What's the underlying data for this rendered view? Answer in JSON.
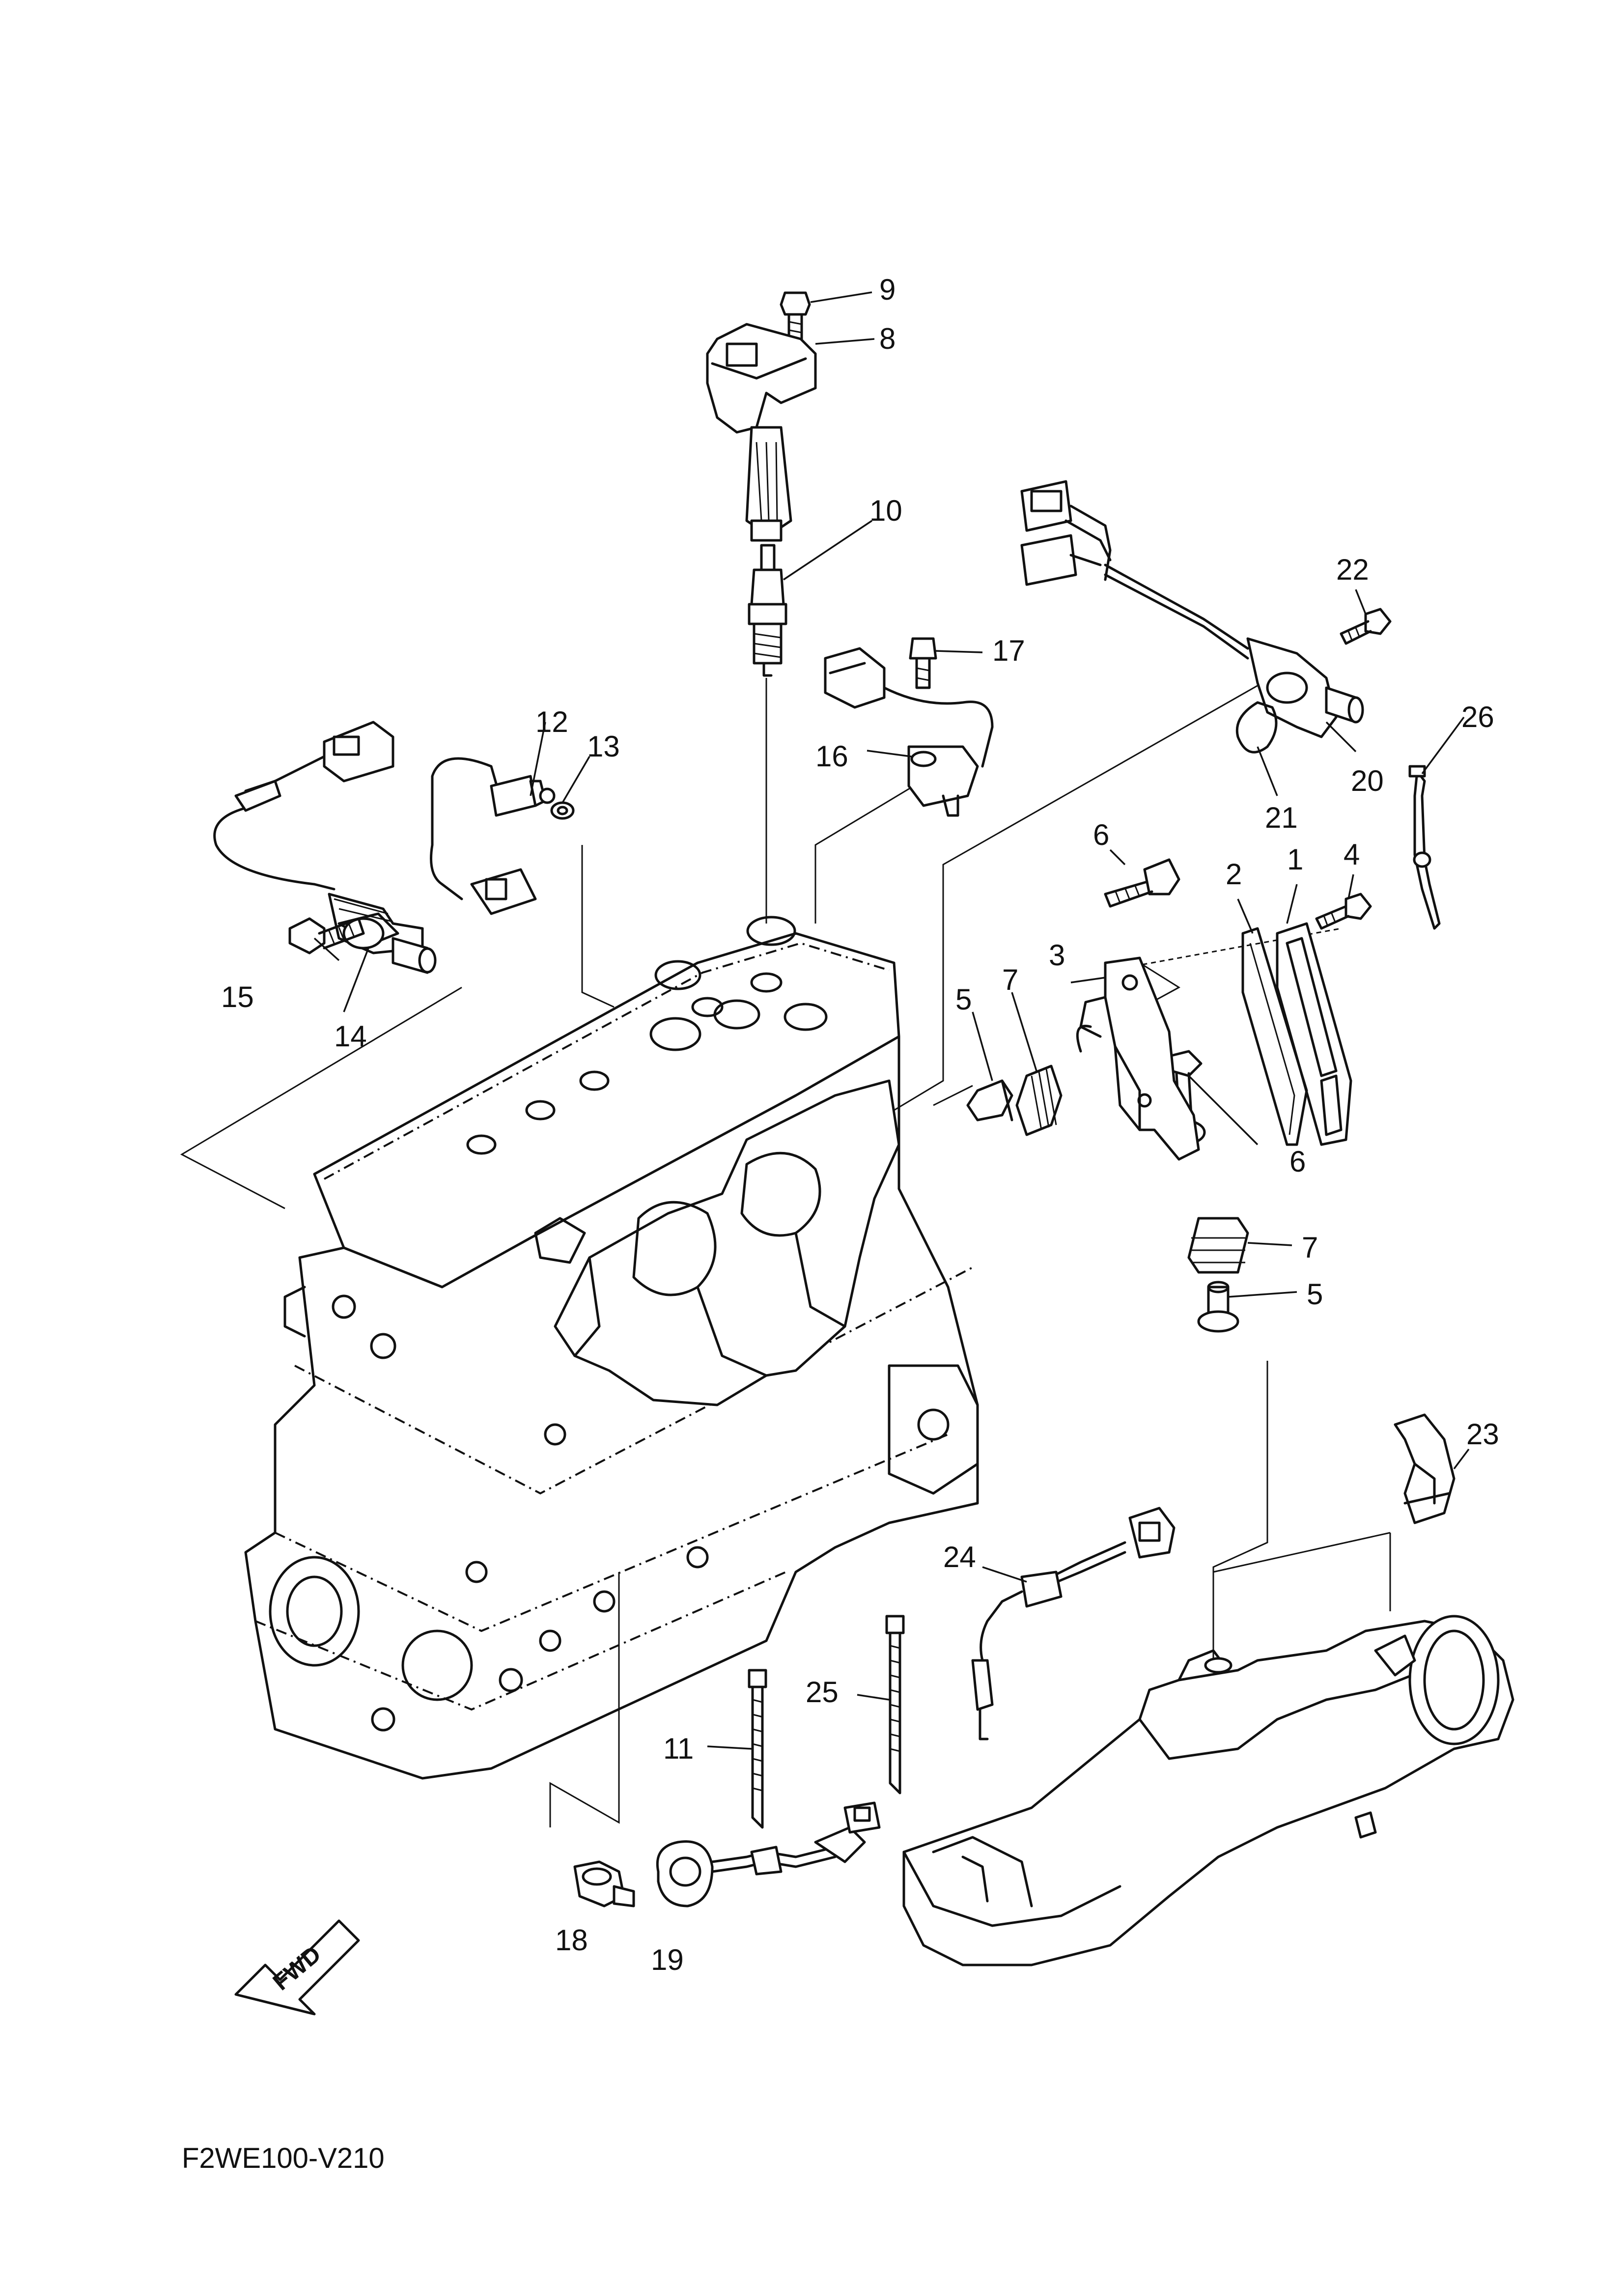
{
  "diagram": {
    "code": "F2WE100-V210",
    "fwd_label": "FWD",
    "callouts": {
      "c1": "1",
      "c2": "2",
      "c3": "3",
      "c4": "4",
      "c5a": "5",
      "c5b": "5",
      "c6a": "6",
      "c6b": "6",
      "c7a": "7",
      "c7b": "7",
      "c8": "8",
      "c9": "9",
      "c10": "10",
      "c11": "11",
      "c12": "12",
      "c13": "13",
      "c14": "14",
      "c15": "15",
      "c16": "16",
      "c17": "17",
      "c18": "18",
      "c19": "19",
      "c20": "20",
      "c21": "21",
      "c22": "22",
      "c23": "23",
      "c24": "24",
      "c25": "25",
      "c26": "26"
    }
  }
}
